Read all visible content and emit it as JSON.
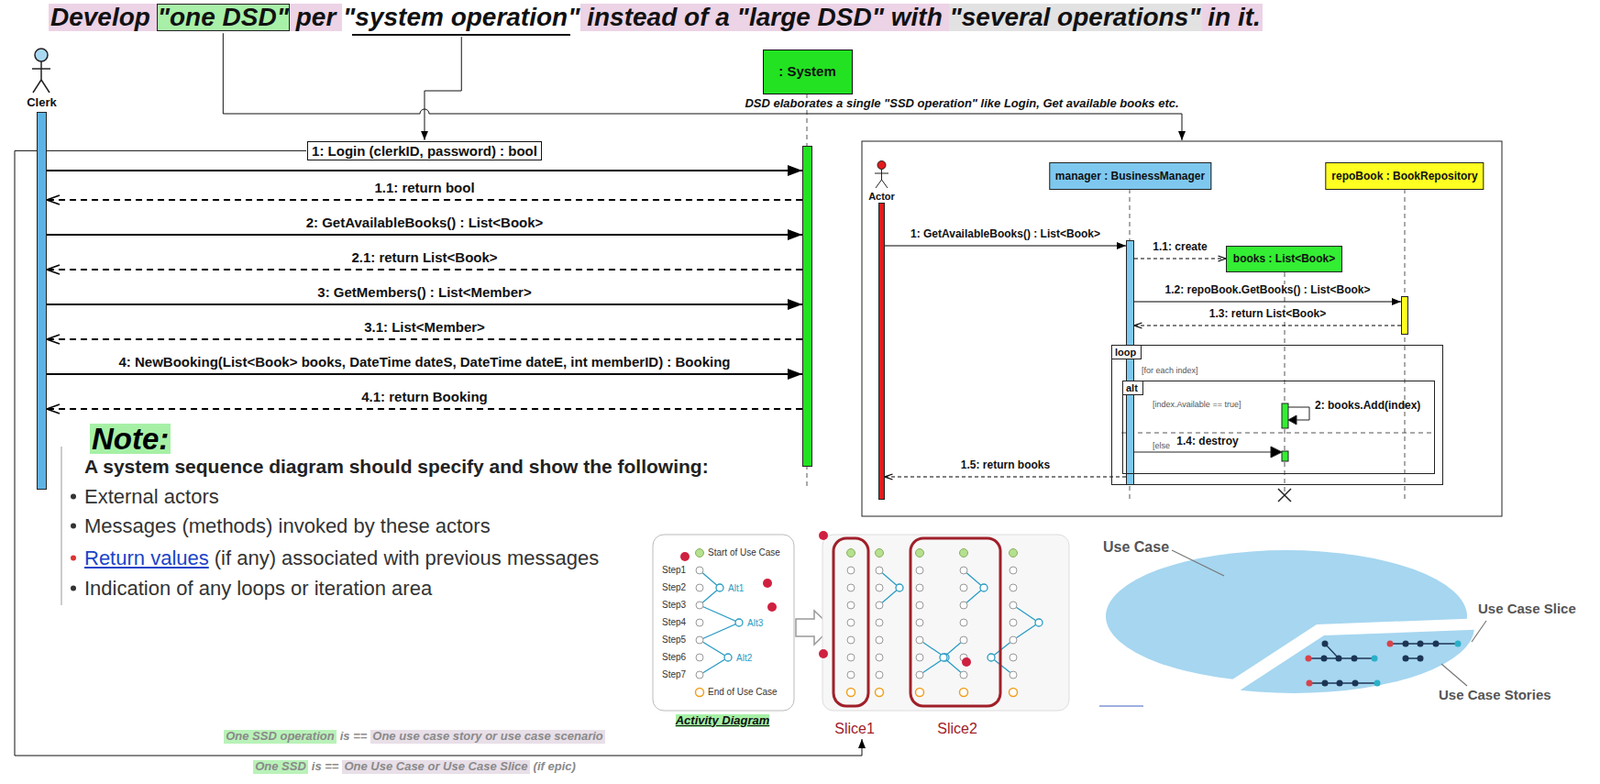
{
  "diagram": {
    "title": "Develop \"one DSD\" per \"system operation\" instead of a \"large DSD\" with \"several operations\" in it.",
    "nodes": [
      {
        "text": [
          "Clerk"
        ]
      },
      {
        "text": [
          ": System"
        ]
      },
      {
        "text": [
          "Actor"
        ]
      },
      {
        "text": [
          "manager : BusinessManager"
        ]
      },
      {
        "text": [
          "repoBook : BookRepository"
        ]
      },
      {
        "text": [
          "books : List<Book>"
        ]
      },
      {
        "text": [
          "loop",
          "[for each index]"
        ]
      },
      {
        "text": [
          "alt",
          "[index.Available == true]",
          "[else"
        ],
        "in": 6
      }
    ],
    "edges": [
      {
        "from": 0,
        "to": 1,
        "label": "1: Login (clerkID, password) : bool",
        "arrow": "to"
      },
      {
        "from": 1,
        "to": 0,
        "label": "1.1: return bool",
        "arrow": "to"
      },
      {
        "from": 0,
        "to": 1,
        "label": "2: GetAvailableBooks() : List<Book>",
        "arrow": "to"
      },
      {
        "from": 1,
        "to": 0,
        "label": "2.1: return List<Book>",
        "arrow": "to"
      },
      {
        "from": 0,
        "to": 1,
        "label": "3: GetMembers() : List<Member>",
        "arrow": "to"
      },
      {
        "from": 1,
        "to": 0,
        "label": "3.1: List<Member>",
        "arrow": "to"
      },
      {
        "from": 0,
        "to": 1,
        "label": "4: NewBooking(List<Book> books, DateTime dateS, DateTime dateE, int memberID) : Booking",
        "arrow": "to"
      },
      {
        "from": 1,
        "to": 0,
        "label": "4.1: return Booking",
        "arrow": "to"
      },
      {
        "from": 2,
        "to": 3,
        "label": "1: GetAvailableBooks() : List<Book>",
        "arrow": "to"
      },
      {
        "from": 3,
        "to": 5,
        "label": "1.1: create",
        "arrow": "to"
      },
      {
        "from": 3,
        "to": 4,
        "label": "1.2: repoBook.GetBooks() : List<Book>",
        "arrow": "to"
      },
      {
        "from": 4,
        "to": 3,
        "label": "1.3: return List<Book>",
        "arrow": "to"
      },
      {
        "from": 3,
        "to": 2,
        "label": "1.5: return books",
        "arrow": "to"
      }
    ],
    "labels": [
      "DSD elaborates a single \"SSD operation\" like Login, Get available books etc.",
      "2: books.Add(index)",
      "1.4: destroy",
      "Note:",
      "A system sequence diagram should specify and show the following:",
      "External actors",
      "Messages (methods) invoked by these actors",
      "Return values",
      "(if any) associated with previous messages",
      "Indication of any loops or iteration area",
      "Start of Use Case",
      "Step1",
      "Step2",
      "Step3",
      "Step4",
      "Step5",
      "Step6",
      "Step7",
      "Alt1",
      "Alt3",
      "Alt2",
      "End of Use Case",
      "Activity Diagram",
      "Slice1",
      "Slice2",
      "Use Case",
      "Use Case Slice",
      "Use Case Stories",
      "One SSD operation",
      "is ==",
      "One use case story or use case scenario",
      "One SSD",
      "is ==",
      "One Use Case or Use Case Slice",
      "(if epic)"
    ]
  }
}
